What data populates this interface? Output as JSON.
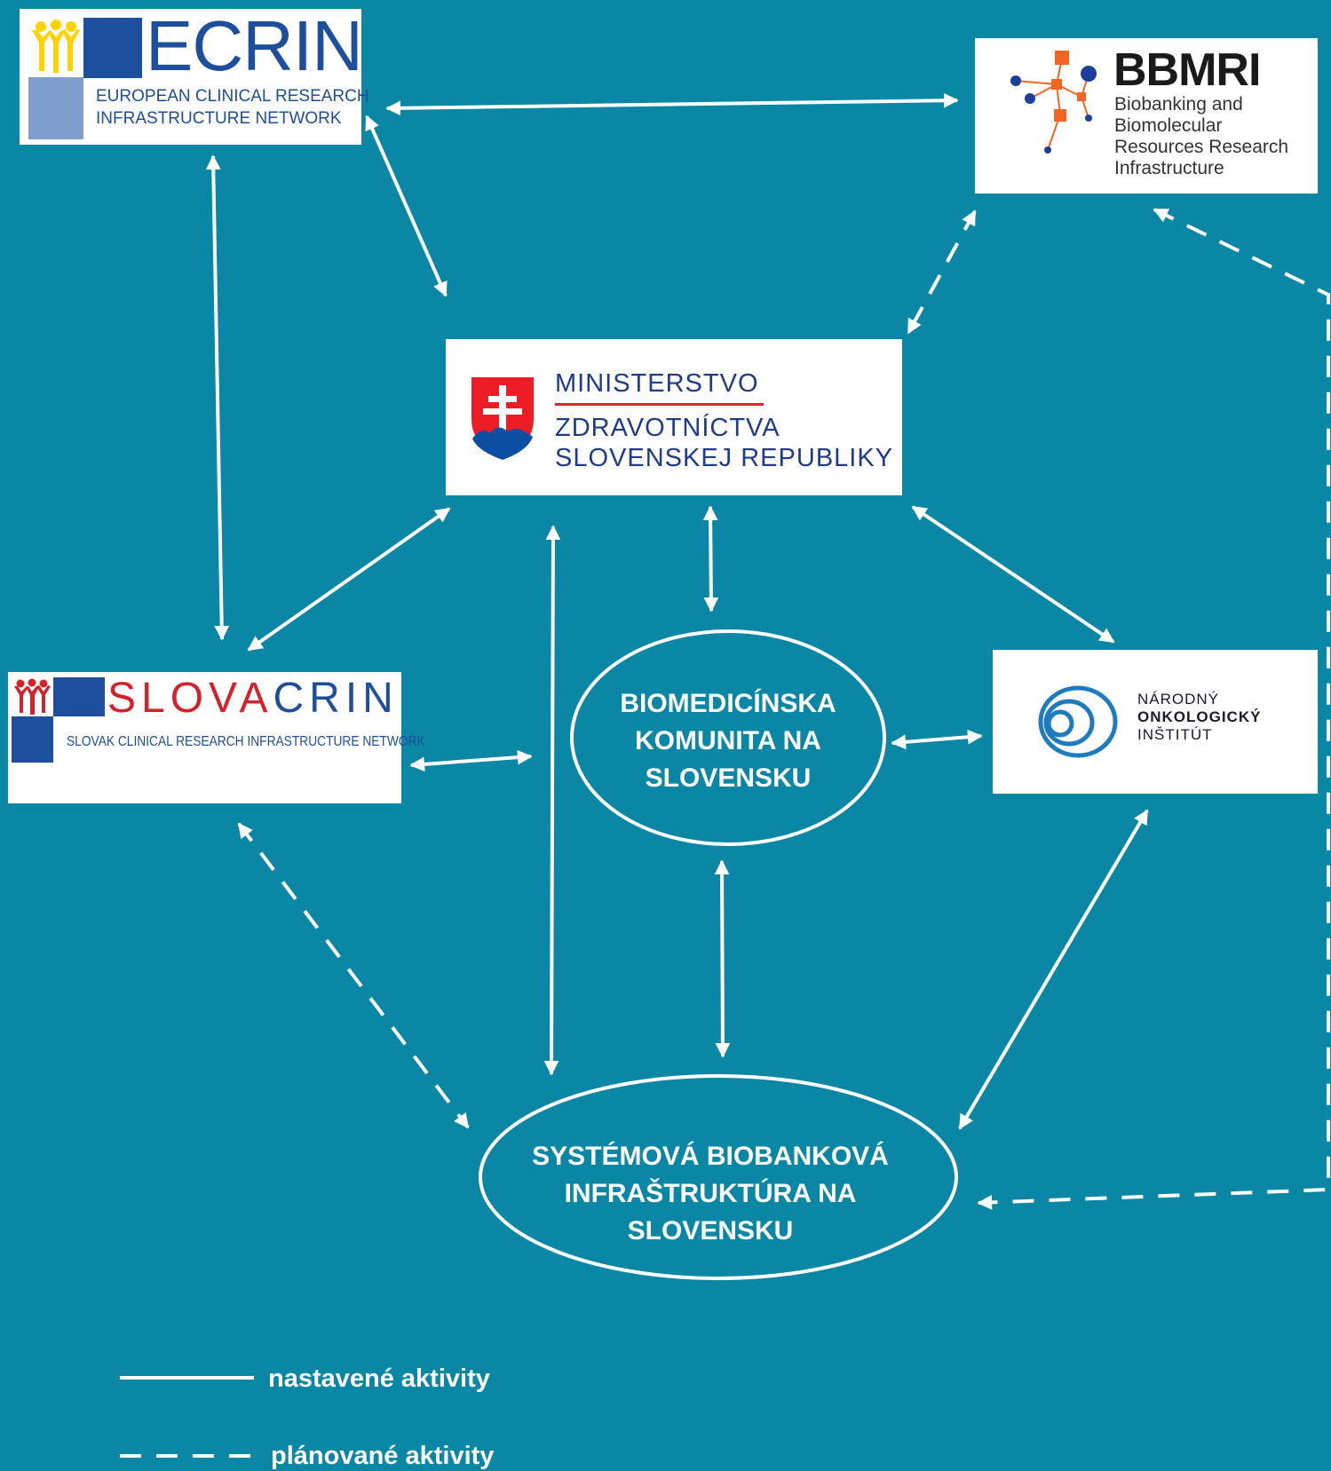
{
  "colors": {
    "background": "#0a87a4",
    "line": "#ffffff",
    "ecrin_blue": "#1d4f9c",
    "slovacrin_red": "#d2232a",
    "bbmri_orange": "#f26522",
    "bbmri_blue": "#1c3f99",
    "nci_blue": "#1d7bbf"
  },
  "ecrin": {
    "title": "ECRIN",
    "line1": "EUROPEAN CLINICAL RESEARCH",
    "line2": "INFRASTRUCTURE NETWORK"
  },
  "bbmri": {
    "title": "BBMRI",
    "line1": "Biobanking and",
    "line2": "Biomolecular",
    "line3": "Resources Research",
    "line4": "Infrastructure"
  },
  "ministry": {
    "line1": "MINISTERSTVO",
    "line2": "ZDRAVOTNÍCTVA",
    "line3": "SLOVENSKEJ REPUBLIKY"
  },
  "slovacrin": {
    "title_a": "SLOVA",
    "title_b": "CRIN",
    "subtitle": "SLOVAK CLINICAL RESEARCH INFRASTRUCTURE NETWORK"
  },
  "nci": {
    "line1": "NÁRODNÝ",
    "line2": "ONKOLOGICKÝ",
    "line3": "INŠTITÚT"
  },
  "community": {
    "line1": "BIOMEDICÍNSKA",
    "line2": "KOMUNITA NA",
    "line3": "SLOVENSKU"
  },
  "infrastructure": {
    "line1": "SYSTÉMOVÁ BIOBANKOVÁ",
    "line2": "INFRAŠTRUKTÚRA NA",
    "line3": "SLOVENSKU"
  },
  "legend": {
    "solid_label": "nastavené aktivity",
    "dashed_label": "plánované aktivity"
  }
}
